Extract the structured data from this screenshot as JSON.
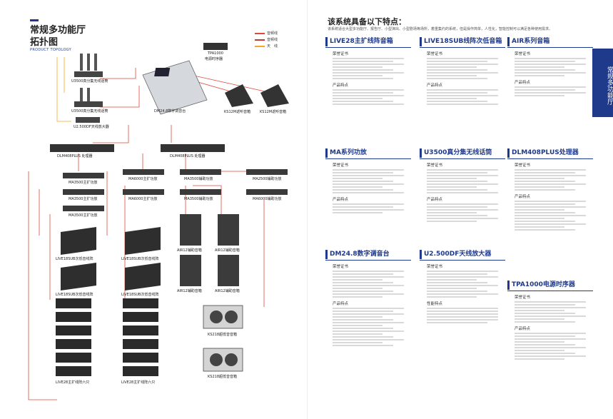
{
  "left": {
    "title_line1": "常规多功能厅",
    "title_line2": "拓扑图",
    "subtitle_en": "PRODUCT TOPOLOGY",
    "legend": [
      {
        "label": "音频线",
        "color": "#e0483b"
      },
      {
        "label": "音频线",
        "color": "#c43a30"
      },
      {
        "label": "天　线",
        "color": "#f5a623"
      }
    ],
    "captions": {
      "mic1": "U3500真分集无线话筒",
      "mic2": "U3500真分集无线话筒",
      "mic3": "U2.500DF天线放大器",
      "mixer": "DM24.8数字调音台",
      "tpa": "TPA1000",
      "tpa_sub": "电源时序器",
      "ks12_1": "KS12M返听音箱",
      "ks12_2": "KS12M返听音箱",
      "dlm_left": "DLM408PLUS 处理器",
      "dlm_mid": "DLM408PLUS 处理器",
      "amp_l1": "MA3500主扩功放",
      "amp_l2": "MA3500主扩功放",
      "amp_l3": "MA3500主扩功放",
      "amp_m1": "MA6000主扩功放",
      "amp_m2": "MA6000主扩功放",
      "amp_m3": "MA3500辅助功放",
      "amp_m4": "MA3500辅助功放",
      "amp_r1": "MA2500辅助功放",
      "amp_r2": "MA6000辅助功放",
      "sub1": "LIVE18SUB次低音线阵",
      "sub2": "LIVE18SUB次低音线阵",
      "sub3": "LIVE18SUB次低音线阵",
      "sub4": "LIVE18SUB次低音线阵",
      "air1": "AIR12辅助音箱",
      "air2": "AIR12辅助音箱",
      "air3": "AIR12辅助音箱",
      "air4": "AIR12辅助音箱",
      "live28_l": "LIVE28主扩线阵六只",
      "live28_r": "LIVE28主扩线阵六只",
      "ks218_1": "KS218超低音音箱",
      "ks218_2": "KS218超低音音箱"
    }
  },
  "right": {
    "title": "该系统具备以下特点：",
    "desc": "该系统适合大型多功能厅、报告厅、小型演出、小型剧场等场所，着重集约的系统，但是操作简单，人性化，智能控制可以满足各种使用需求。",
    "side_tab": "常规多功能厅",
    "cards": [
      {
        "title": "LIVE28主扩线阵音箱",
        "sub1": "荣誉证书",
        "sub2": "产品特点"
      },
      {
        "title": "LIVE18SUB线阵次低音箱",
        "sub1": "荣誉证书",
        "sub2": "产品特点"
      },
      {
        "title": "AIR系列音箱",
        "sub1": "荣誉证书",
        "sub2": "产品特点"
      },
      {
        "title": "MA系列功放",
        "sub1": "荣誉证书",
        "sub2": "产品特点"
      },
      {
        "title": "U3500真分集无线话筒",
        "sub1": "荣誉证书",
        "sub2": "产品特点"
      },
      {
        "title": "DLM408PLUS处理器",
        "sub1": "荣誉证书",
        "sub2": "产品特点"
      },
      {
        "title": "DM24.8数字调音台",
        "sub1": "荣誉证书",
        "sub2": "产品特点"
      },
      {
        "title": "U2.500DF天线放大器",
        "sub1": "荣誉证书",
        "sub2": "性能特点"
      },
      {
        "title": "TPA1000电源时序器",
        "sub1": "荣誉证书",
        "sub2": "产品特点"
      }
    ]
  }
}
